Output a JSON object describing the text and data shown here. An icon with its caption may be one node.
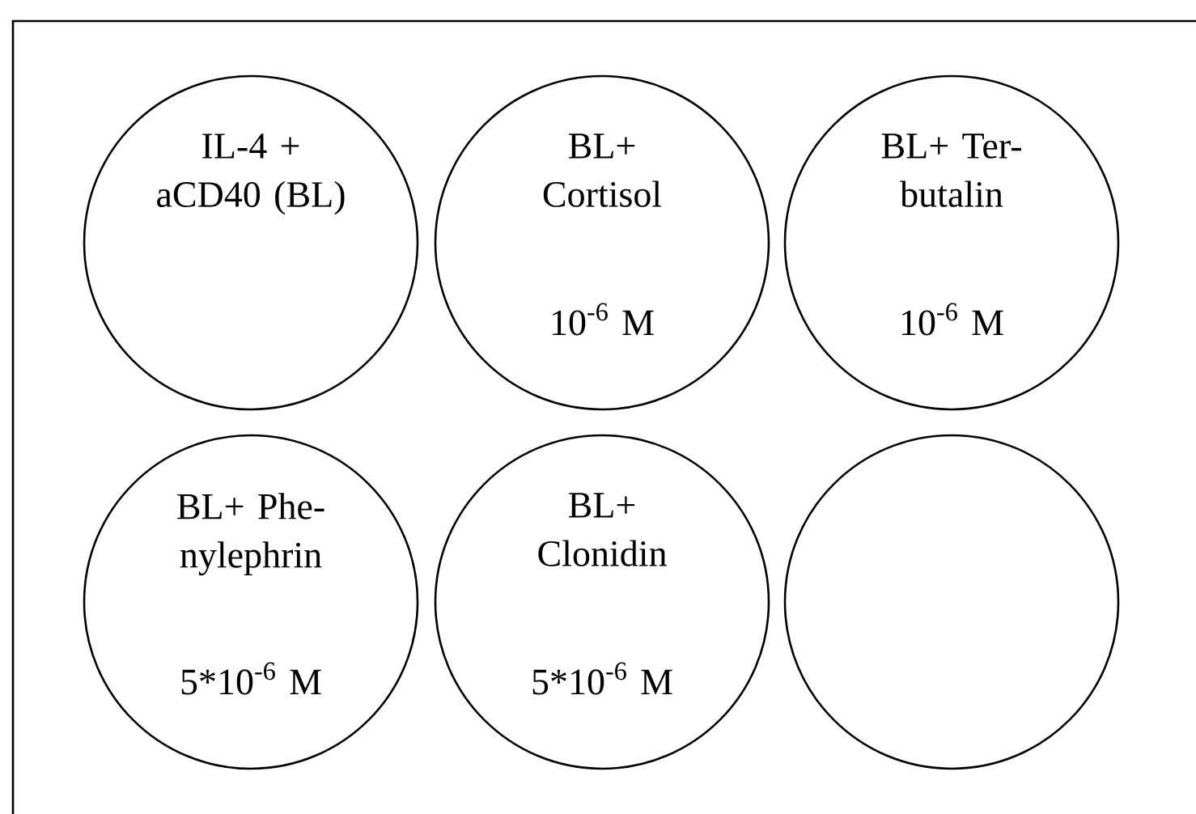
{
  "diagram": {
    "nodes": [
      {
        "text": [],
        "shape": "box"
      },
      {
        "text": [
          "IL-4 + aCD40 (BL)"
        ],
        "in": 0
      },
      {
        "text": [
          "BL+ Cortisol",
          "10$^{-6}$ M"
        ],
        "in": 0
      },
      {
        "text": [
          "BL+ Ter- butalin",
          "10$^{-6}$ M"
        ],
        "in": 0
      },
      {
        "text": [
          "BL+ Phe- nylephrin",
          "5*10$^{-6}$ M"
        ],
        "in": 0
      },
      {
        "text": [
          "BL+ Clonidin",
          "5*10$^{-6}$ M"
        ],
        "in": 0
      },
      {
        "text": [],
        "shape": "circle",
        "in": 0
      }
    ]
  }
}
